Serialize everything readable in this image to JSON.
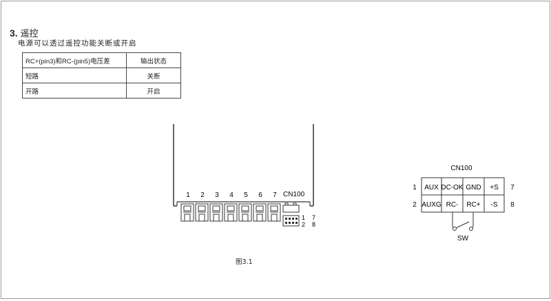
{
  "section": {
    "number": "3.",
    "title": "遥控",
    "description": "电源可以透过遥控功能关断或开启"
  },
  "table": {
    "headers": [
      "RC+(pin3)和RC-(pin5)电压差",
      "输出状态"
    ],
    "rows": [
      [
        "短路",
        "关断"
      ],
      [
        "开路",
        "开启"
      ]
    ]
  },
  "left_figure": {
    "pin_numbers": [
      "1",
      "2",
      "3",
      "4",
      "5",
      "6",
      "7"
    ],
    "connector_label": "CN100",
    "connector_pins": [
      "1",
      "2",
      "7",
      "8"
    ]
  },
  "connector_diagram": {
    "title": "CN100",
    "row1": {
      "left_pin": "1",
      "cells": [
        "AUX",
        "DC-OK",
        "GND",
        "+S"
      ],
      "right_pin": "7"
    },
    "row2": {
      "left_pin": "2",
      "cells": [
        "AUXG",
        "RC-",
        "RC+",
        "-S"
      ],
      "right_pin": "8"
    },
    "switch_label": "SW"
  },
  "figure_caption": "图3.1"
}
